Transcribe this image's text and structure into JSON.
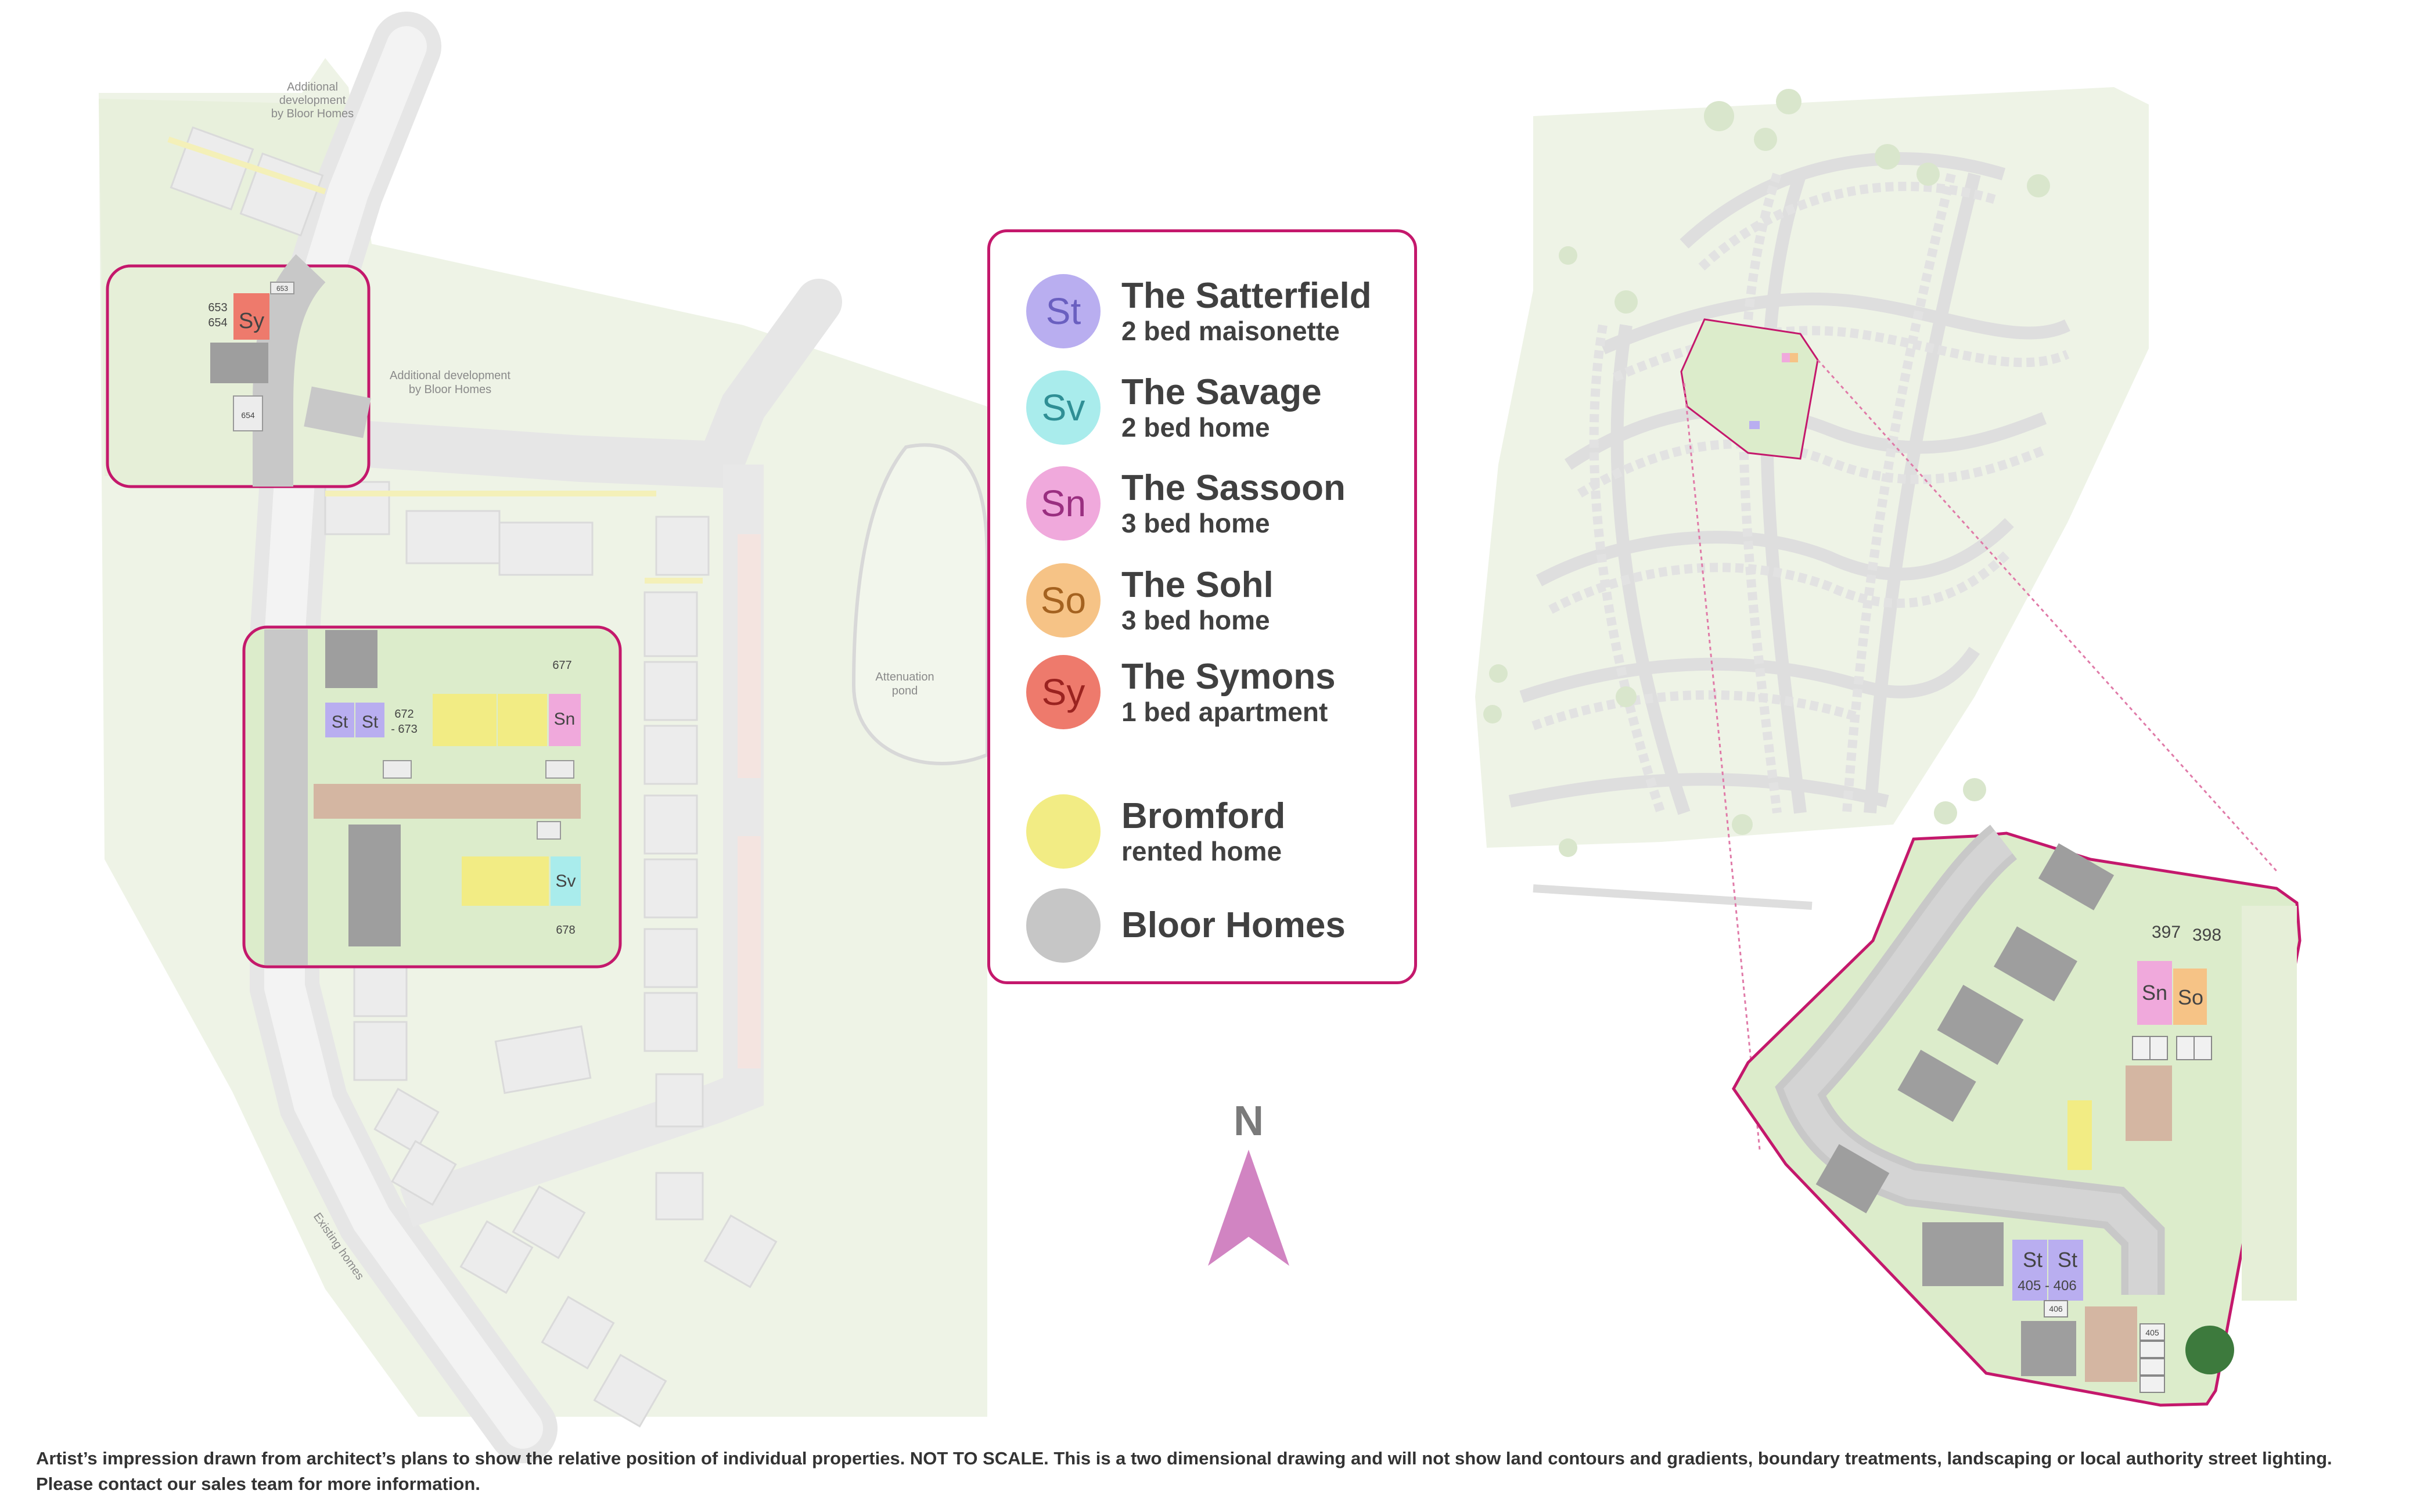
{
  "legend": {
    "items": [
      {
        "code": "St",
        "name": "The Satterfield",
        "sub": "2 bed maisonette",
        "fill": "#b9aef0",
        "text": "#6a5fc0"
      },
      {
        "code": "Sv",
        "name": "The Savage",
        "sub": "2 bed home",
        "fill": "#a9ecec",
        "text": "#2f8f95"
      },
      {
        "code": "Sn",
        "name": "The Sassoon",
        "sub": "3 bed home",
        "fill": "#f0a9dc",
        "text": "#9a2f80"
      },
      {
        "code": "So",
        "name": "The Sohl",
        "sub": "3 bed home",
        "fill": "#f6c386",
        "text": "#a46220"
      },
      {
        "code": "Sy",
        "name": "The Symons",
        "sub": "1 bed apartment",
        "fill": "#ee7a6c",
        "text": "#9a2320"
      }
    ],
    "extra": [
      {
        "name": "Bromford",
        "sub": "rented home",
        "fill": "#f2ec84"
      },
      {
        "name": "Bloor Homes",
        "sub": "",
        "fill": "#c6c6c6"
      }
    ]
  },
  "north_label": "N",
  "north_color": "#d184c2",
  "accent_color": "#c4186c",
  "map_labels": {
    "additional_top": [
      "Additional",
      "development",
      "by Bloor Homes"
    ],
    "additional_mid": [
      "Additional development",
      "by Bloor Homes"
    ],
    "attenuation": [
      "Attenuation",
      "pond"
    ],
    "existing": "Existing homes"
  },
  "plots": {
    "p653_654": [
      "653",
      "654"
    ],
    "p653": "653",
    "p654": "654",
    "p677": "677",
    "p672_673": [
      "672",
      "- 673"
    ],
    "p678": "678",
    "p397": "397",
    "p398": "398",
    "p405_406": "405 - 406",
    "p406": "406",
    "p405": "405"
  },
  "plot_codes": {
    "sy": "Sy",
    "st1": "St",
    "st2": "St",
    "sn": "Sn",
    "sv": "Sv",
    "sn2": "Sn",
    "so2": "So",
    "st3": "St",
    "st4": "St"
  },
  "disclaimer": "Artist’s impression drawn from architect’s plans to show the relative position of individual properties. NOT TO SCALE. This is a two dimensional drawing and will not show land contours and gradients, boundary treatments, landscaping or local authority street lighting. Please contact our sales team for more information."
}
